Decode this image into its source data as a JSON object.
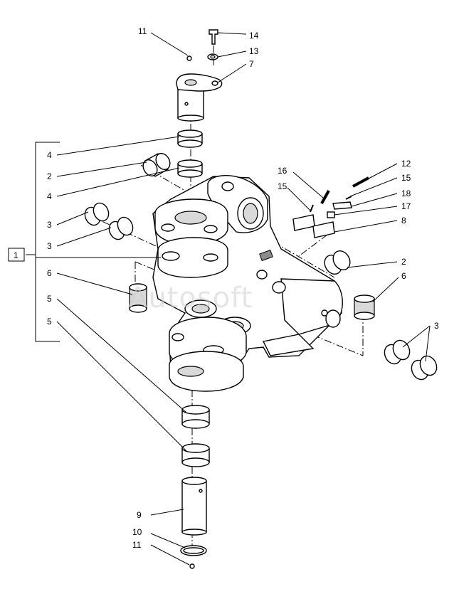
{
  "callouts": {
    "c11_top": "11",
    "c14": "14",
    "c13": "13",
    "c7": "7",
    "c4_a": "4",
    "c2_left": "2",
    "c4_b": "4",
    "c3_a": "3",
    "c3_b": "3",
    "c1_box": "1",
    "c6_left": "6",
    "c5_a": "5",
    "c5_b": "5",
    "c12": "12",
    "c16": "16",
    "c15_right": "15",
    "c15_left": "15",
    "c18": "18",
    "c17": "17",
    "c8": "8",
    "c2_right": "2",
    "c6_right": "6",
    "c3_right": "3",
    "c9": "9",
    "c10": "10",
    "c11_bottom": "11"
  },
  "watermark": "Autosoft"
}
